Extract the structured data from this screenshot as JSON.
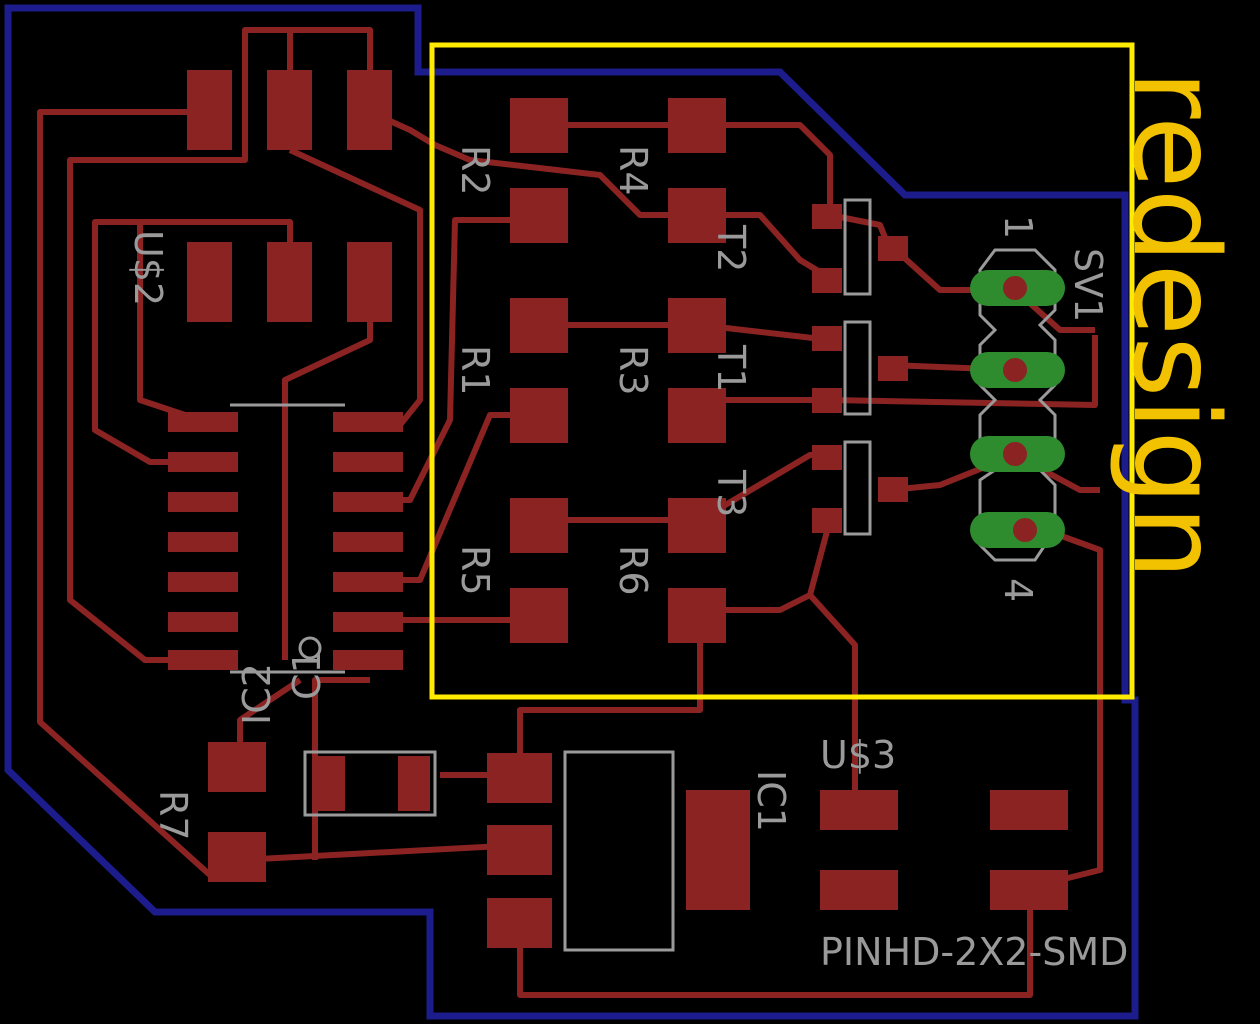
{
  "colors": {
    "background": "#000000",
    "trace": "#8b2323",
    "pad": "#8b2323",
    "outline": "#1c1c8c",
    "silkscreen": "#9a9a9a",
    "highlight_box": "#ffeb00",
    "highlight_text": "#f2c100",
    "via": "#2e8b2e"
  },
  "highlight": {
    "label": "redesign"
  },
  "labels": {
    "usb2": "U$2",
    "ic2": "IC2",
    "c1": "C1",
    "r7": "R7",
    "r2": "R2",
    "r1": "R1",
    "r5": "R5",
    "r4": "R4",
    "r3": "R3",
    "r6": "R6",
    "t2": "T2",
    "t1": "T1",
    "t3": "T3",
    "sv1": "SV1",
    "pin1": "1",
    "pin4": "4",
    "u3": "U$3",
    "ic1": "IC1",
    "pinhd": "PINHD-2X2-SMD"
  }
}
